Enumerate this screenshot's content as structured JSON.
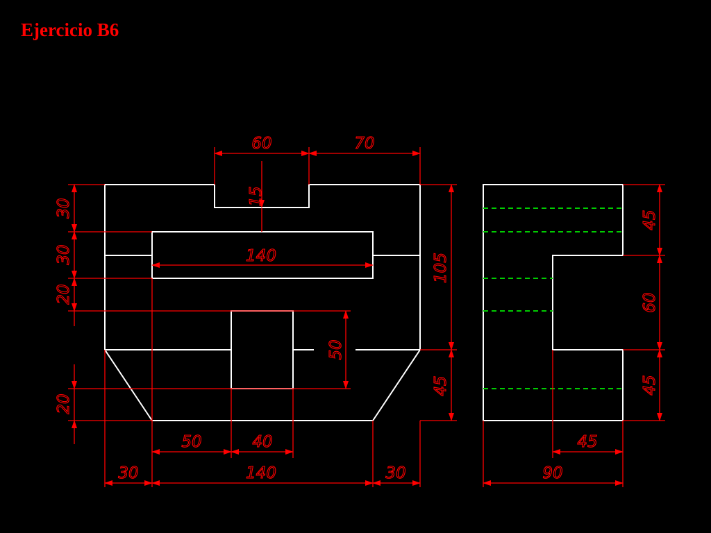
{
  "header": {
    "title": "Ejercicio B6",
    "title_color": "#ff0000"
  },
  "colors": {
    "background": "#000000",
    "outline": "#ffffff",
    "dimension": "#ff0000",
    "hidden_line": "#00cc00"
  },
  "front_view": {
    "top_dims": [
      "60",
      "70"
    ],
    "notch_depth": "15",
    "inner_width": "140",
    "left_dims": [
      "30",
      "30",
      "20",
      "20"
    ],
    "right_dims": [
      "105",
      "45"
    ],
    "block_height": "50",
    "bottom_dims_row1": [
      "50",
      "40"
    ],
    "bottom_dims_row2": [
      "30",
      "140",
      "30"
    ]
  },
  "side_view": {
    "right_dims": [
      "45",
      "60",
      "45"
    ],
    "bottom_dims": [
      "45",
      "90"
    ]
  }
}
